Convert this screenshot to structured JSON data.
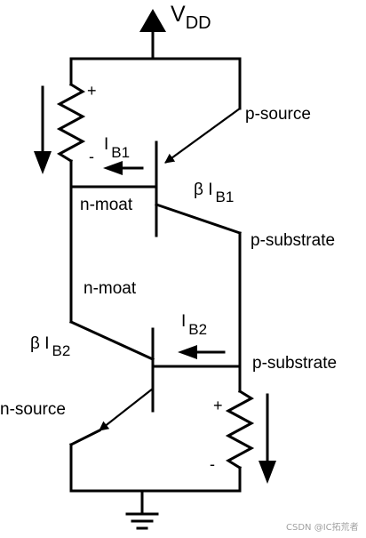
{
  "supply": {
    "name": "V",
    "subscript": "DD"
  },
  "labels": {
    "p_source": "p-source",
    "ib1_prefix": "I",
    "ib1_sub": "B1",
    "beta_ib1_prefix": "β I",
    "beta_ib1_sub": "B1",
    "n_moat_top": "n-moat",
    "p_substrate_top": "p-substrate",
    "n_moat_mid": "n-moat",
    "ib2_prefix": "I",
    "ib2_sub": "B2",
    "beta_ib2_prefix": "β I",
    "beta_ib2_sub": "B2",
    "p_substrate_bottom": "p-substrate",
    "n_source": "n-source",
    "plus_top": "+",
    "minus_top": "-",
    "plus_bottom": "+",
    "minus_bottom": "-"
  },
  "watermark": "CSDN @IC拓荒者"
}
